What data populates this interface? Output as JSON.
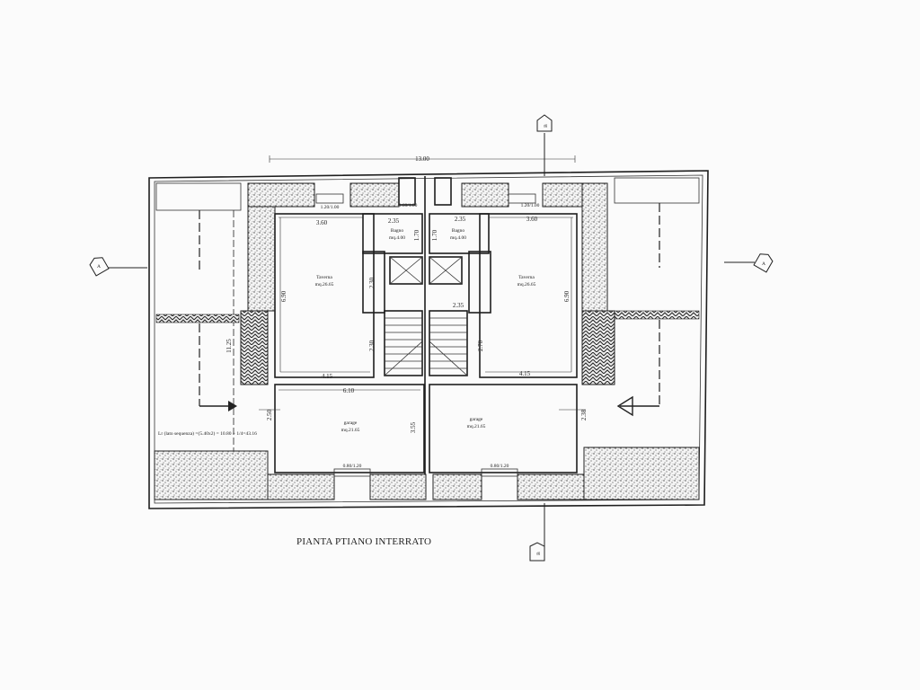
{
  "drawing": {
    "title": "PIANTA PTIANO INTERRATO",
    "overall_width": "13.00",
    "formula": "Lr (lato sequenza) =(5.40x2) = 10.80 + 1/4=43.16"
  },
  "section_markers": {
    "A": "A",
    "B": "B"
  },
  "rooms": {
    "taverna_left_name": "Taverna",
    "taverna_left_area": "mq.26.65",
    "taverna_right_name": "Taverna",
    "taverna_right_area": "mq.26.65",
    "bagno_left_name": "Bagno",
    "bagno_left_area": "mq.4.00",
    "bagno_right_name": "Bagno",
    "bagno_right_area": "mq.4.00",
    "garage_left_name": "garage",
    "garage_left_area": "mq.21.65",
    "garage_right_name": "garage",
    "garage_right_area": "mq.21.65"
  },
  "dimensions": {
    "d_360_l": "3.60",
    "d_360_r": "3.60",
    "d_235_l": "2.35",
    "d_235_r": "2.35",
    "d_235_c": "2.35",
    "d_170_l": "1.70",
    "d_170_r": "1.70",
    "d_690_l": "6.90",
    "d_690_r": "6.90",
    "d_230_a": "2.30",
    "d_230_b": "2.30",
    "d_270": "2.70",
    "d_415_l": "4.15",
    "d_415_r": "4.15",
    "d_610": "6.10",
    "d_1125": "11.25",
    "d_355": "3.55",
    "d_250": "2.50",
    "d_238": "2.38",
    "w_top_l": "1.20/1.00",
    "w_top_c": "0.60/1.00",
    "w_top_r": "1.20/1.00",
    "w_bot_l": "0.80/1.20",
    "w_bot_r": "0.80/1.20"
  },
  "colors": {
    "line": "#1e1e1e",
    "paper": "#fbfbfb"
  }
}
